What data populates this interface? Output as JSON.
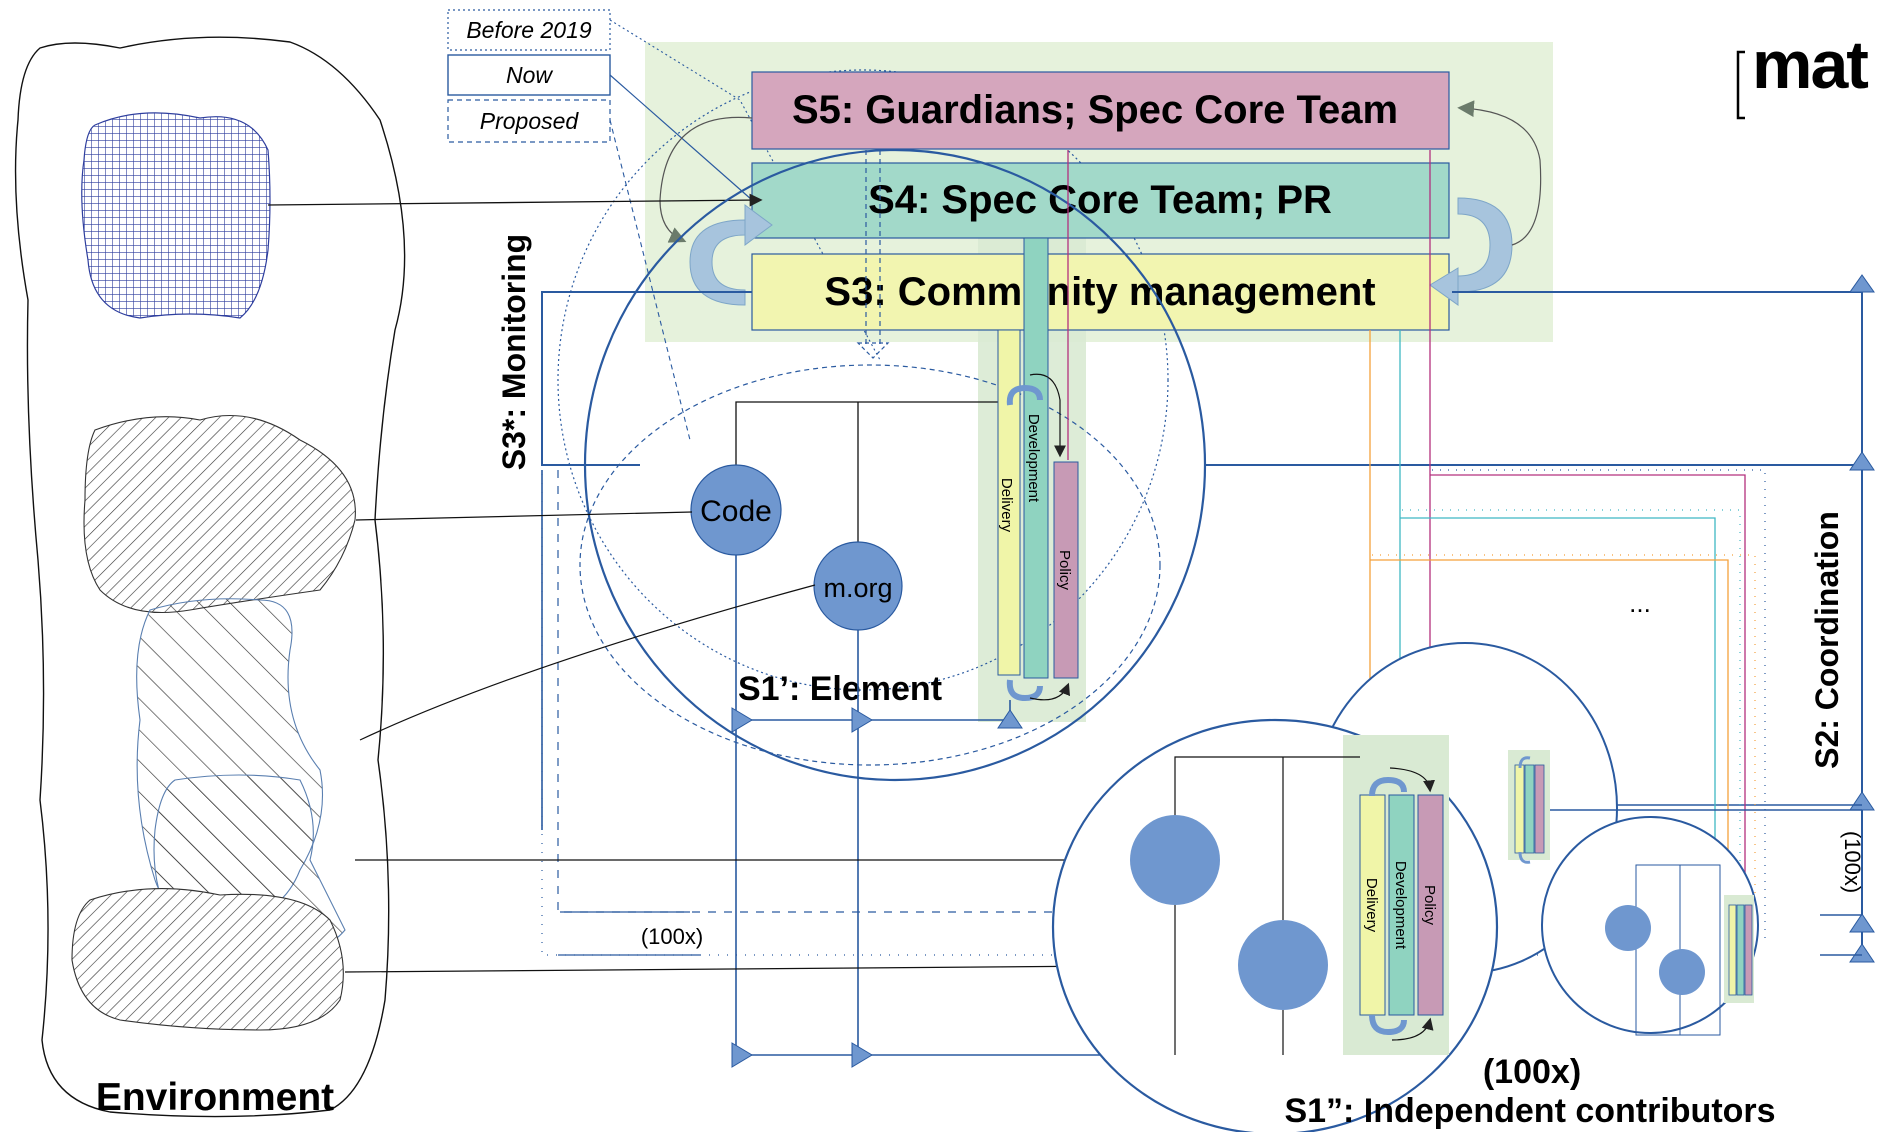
{
  "legend": {
    "before_2019": "Before 2019",
    "now": "Now",
    "proposed": "Proposed"
  },
  "logo": {
    "text": "mat"
  },
  "systems": {
    "s5": "S5: Guardians; Spec Core Team",
    "s4": "S4: Spec Core Team; PR",
    "s3": "S3: Community management",
    "s3_star": "S3*: Monitoring",
    "s2": "S2: Coordination",
    "s1_element": "S1’: Element",
    "s1_independent": "S1”: Independent contributors"
  },
  "environment": {
    "label": "Environment"
  },
  "element_unit": {
    "code": "Code",
    "morg": "m.org",
    "delivery": "Delivery",
    "development": "Development",
    "policy": "Policy"
  },
  "contributor_unit": {
    "delivery": "Delivery",
    "development": "Development",
    "policy": "Policy"
  },
  "multipliers": {
    "center": "(100x)",
    "bottom": "(100x)",
    "right": "(100x)"
  },
  "ellipsis": "...",
  "colors": {
    "s5_fill": "#d5a6bd",
    "s4_fill": "#a2d9c9",
    "s3_fill": "#f2f5b0",
    "ops_green": "#d9ead3",
    "dark_blue": "#2a5aa0",
    "circle_fill": "#6f97cf",
    "hatch_blue": "#2e3e9e",
    "arrow_blue": "#a7c4dd",
    "policy_pink": "#c79ab5",
    "dev_teal": "#8fd3c0",
    "delivery_yellow": "#f0f5a8"
  }
}
